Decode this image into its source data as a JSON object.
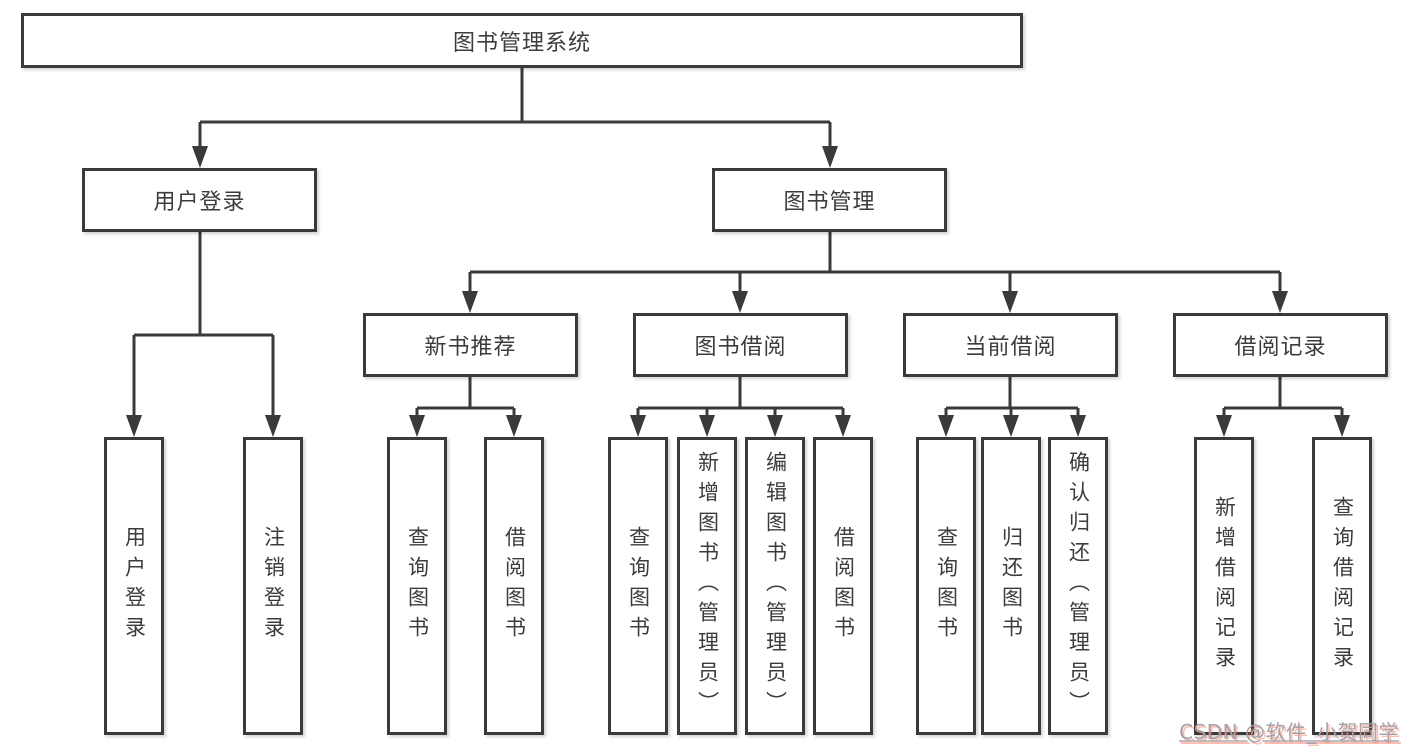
{
  "diagram": {
    "title": "图书管理系统",
    "level2": [
      {
        "label": "用户登录"
      },
      {
        "label": "图书管理"
      }
    ],
    "level3": [
      {
        "label": "新书推荐"
      },
      {
        "label": "图书借阅"
      },
      {
        "label": "当前借阅"
      },
      {
        "label": "借阅记录"
      }
    ],
    "leaves": [
      {
        "label": "用户登录"
      },
      {
        "label": "注销登录"
      },
      {
        "label": "查询图书"
      },
      {
        "label": "借阅图书"
      },
      {
        "label": "查询图书"
      },
      {
        "label": "新增图书（管理员）"
      },
      {
        "label": "编辑图书（管理员）"
      },
      {
        "label": "借阅图书"
      },
      {
        "label": "查询图书"
      },
      {
        "label": "归还图书"
      },
      {
        "label": "确认归还（管理员）"
      },
      {
        "label": "新增借阅记录"
      },
      {
        "label": "查询借阅记录"
      }
    ]
  },
  "watermark": {
    "text": "CSDN @软件_小贺同学"
  },
  "colors": {
    "line": "#3a3a3a",
    "text": "#3c3c3c",
    "watermark": "#a2a2aa"
  }
}
